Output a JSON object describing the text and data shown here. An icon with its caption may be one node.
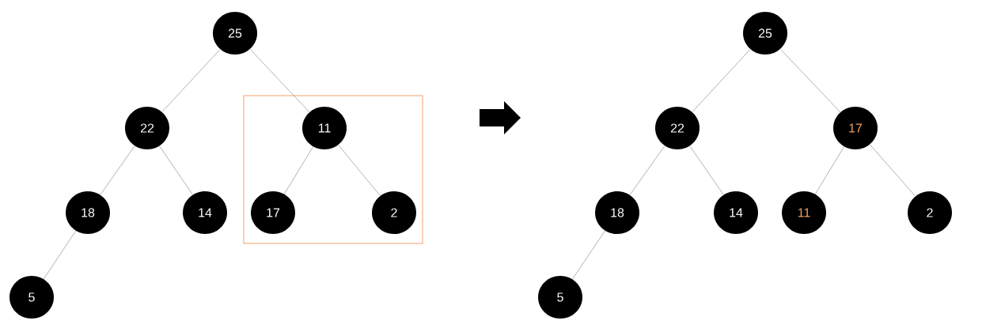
{
  "diagram": {
    "nodes": [
      {
        "text": [
          "25"
        ]
      },
      {
        "text": [
          "22"
        ]
      },
      {
        "text": [],
        "shape": "box"
      },
      {
        "text": [
          "11"
        ],
        "in": 2
      },
      {
        "text": [
          "18"
        ]
      },
      {
        "text": [
          "14"
        ]
      },
      {
        "text": [
          "17"
        ],
        "in": 2
      },
      {
        "text": [
          "2"
        ],
        "in": 2
      },
      {
        "text": [
          "5"
        ]
      },
      {
        "text": [
          "25"
        ]
      },
      {
        "text": [
          "22"
        ]
      },
      {
        "text": [
          "17"
        ]
      },
      {
        "text": [
          "18"
        ]
      },
      {
        "text": [
          "14"
        ]
      },
      {
        "text": [
          "11"
        ]
      },
      {
        "text": [
          "2"
        ]
      },
      {
        "text": [
          "5"
        ]
      }
    ],
    "edges": [
      {
        "from": 0,
        "to": 1,
        "arrow": "none"
      },
      {
        "from": 0,
        "to": 3,
        "arrow": "none"
      },
      {
        "from": 1,
        "to": 4,
        "arrow": "none"
      },
      {
        "from": 1,
        "to": 5,
        "arrow": "none"
      },
      {
        "from": 3,
        "to": 6,
        "arrow": "none"
      },
      {
        "from": 3,
        "to": 7,
        "arrow": "none"
      },
      {
        "from": 4,
        "to": 8,
        "arrow": "none"
      },
      {
        "from": 9,
        "to": 10,
        "arrow": "none"
      },
      {
        "from": 9,
        "to": 11,
        "arrow": "none"
      },
      {
        "from": 10,
        "to": 12,
        "arrow": "none"
      },
      {
        "from": 10,
        "to": 13,
        "arrow": "none"
      },
      {
        "from": 11,
        "to": 14,
        "arrow": "none"
      },
      {
        "from": 11,
        "to": 15,
        "arrow": "none"
      },
      {
        "from": 12,
        "to": 16,
        "arrow": "none"
      }
    ]
  }
}
